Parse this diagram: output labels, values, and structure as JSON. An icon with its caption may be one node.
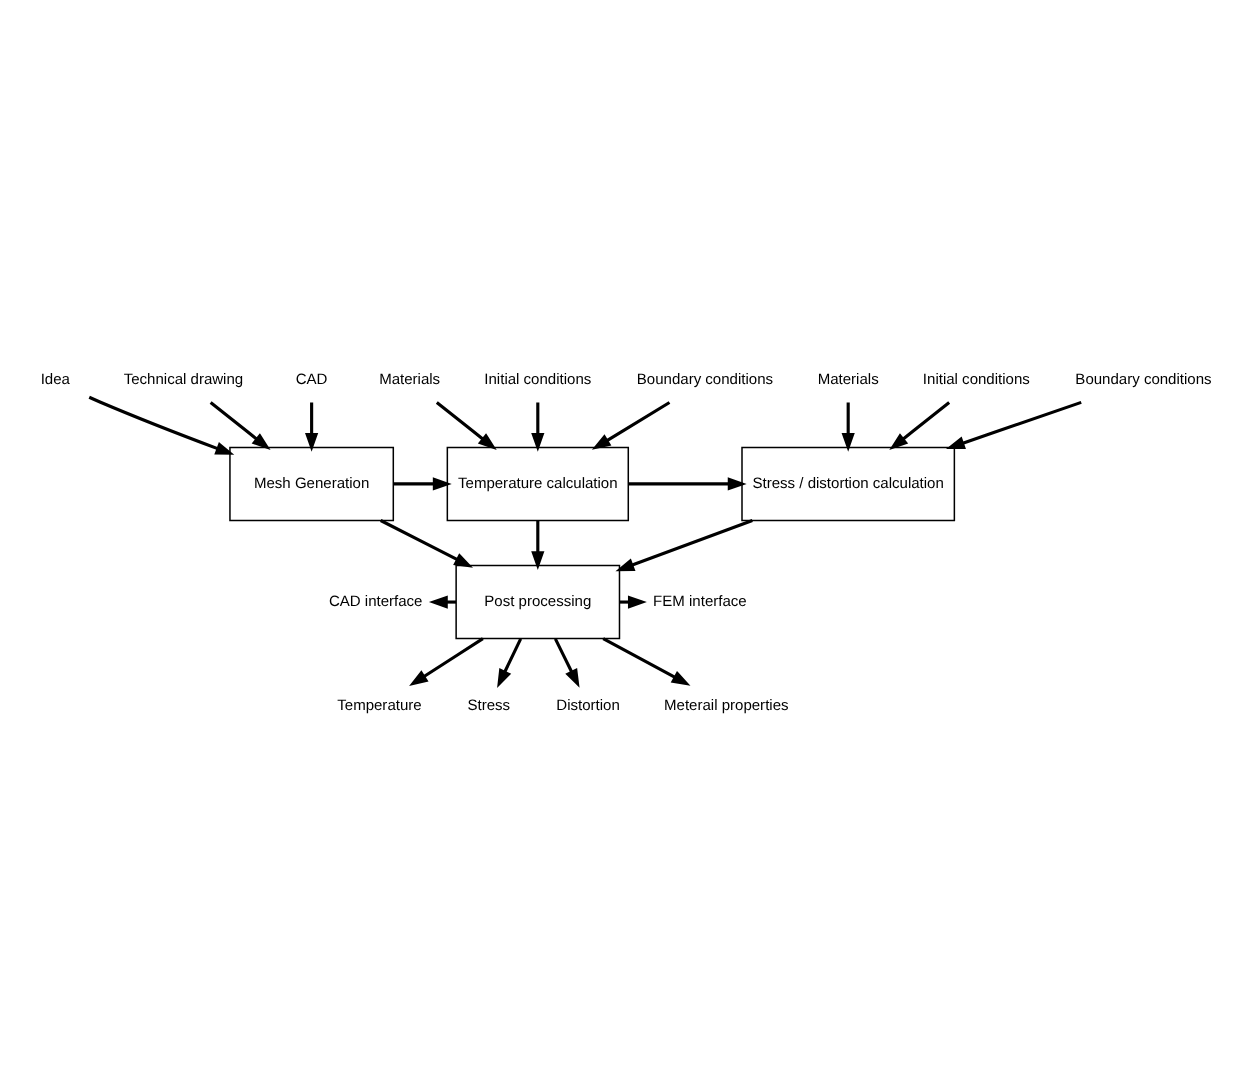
{
  "diagram": {
    "nodes": [
      {
        "text": [
          "Idea"
        ]
      },
      {
        "text": [
          "Technical drawing"
        ]
      },
      {
        "text": [
          "CAD"
        ]
      },
      {
        "text": [
          "Mesh Generation"
        ]
      },
      {
        "text": [
          "Materials"
        ]
      },
      {
        "text": [
          "Initial conditions"
        ]
      },
      {
        "text": [
          "Boundary conditions"
        ]
      },
      {
        "text": [
          "Temperature calculation"
        ]
      },
      {
        "text": [
          "Materials"
        ]
      },
      {
        "text": [
          "Initial conditions"
        ]
      },
      {
        "text": [
          "Boundary conditions"
        ]
      },
      {
        "text": [
          "Stress / distortion calculation"
        ]
      },
      {
        "text": [
          "Post processing"
        ]
      },
      {
        "text": [
          "CAD interface"
        ]
      },
      {
        "text": [
          "FEM interface"
        ]
      },
      {
        "text": [
          "Temperature"
        ]
      },
      {
        "text": [
          "Stress"
        ]
      },
      {
        "text": [
          "Distortion"
        ]
      },
      {
        "text": [
          "Meterail properties"
        ]
      }
    ],
    "edges": [
      {
        "from": 0,
        "to": 3,
        "arrow": "to"
      },
      {
        "from": 1,
        "to": 3,
        "arrow": "to"
      },
      {
        "from": 2,
        "to": 3,
        "arrow": "to"
      },
      {
        "from": 4,
        "to": 7,
        "arrow": "to"
      },
      {
        "from": 5,
        "to": 7,
        "arrow": "to"
      },
      {
        "from": 6,
        "to": 7,
        "arrow": "to"
      },
      {
        "from": 8,
        "to": 11,
        "arrow": "to"
      },
      {
        "from": 9,
        "to": 11,
        "arrow": "to"
      },
      {
        "from": 10,
        "to": 11,
        "arrow": "to"
      },
      {
        "from": 3,
        "to": 7,
        "arrow": "to"
      },
      {
        "from": 7,
        "to": 11,
        "arrow": "to"
      },
      {
        "from": 3,
        "to": 12,
        "arrow": "to"
      },
      {
        "from": 7,
        "to": 12,
        "arrow": "to"
      },
      {
        "from": 11,
        "to": 12,
        "arrow": "to"
      },
      {
        "from": 12,
        "to": 13,
        "arrow": "to"
      },
      {
        "from": 12,
        "to": 14,
        "arrow": "to"
      },
      {
        "from": 12,
        "to": 15,
        "arrow": "to"
      },
      {
        "from": 12,
        "to": 16,
        "arrow": "to"
      },
      {
        "from": 12,
        "to": 17,
        "arrow": "to"
      },
      {
        "from": 12,
        "to": 18,
        "arrow": "to"
      }
    ]
  }
}
